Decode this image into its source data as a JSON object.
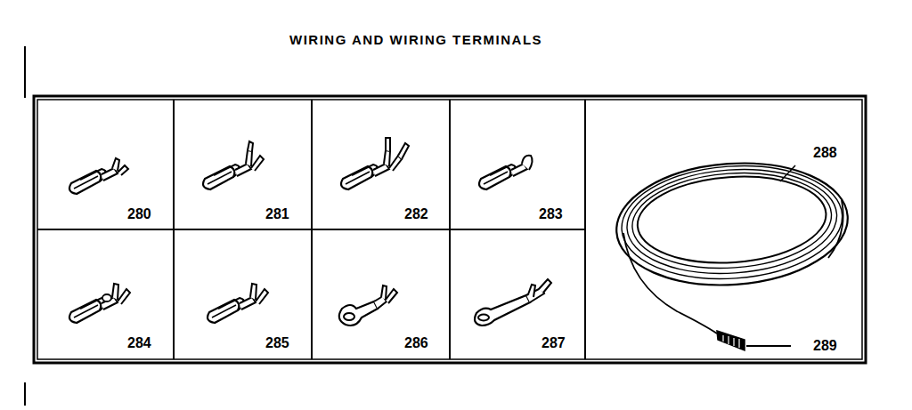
{
  "diagram": {
    "title": "WIRING AND WIRING TERMINALS",
    "labels": [
      "280",
      "281",
      "282",
      "283",
      "284",
      "285",
      "286",
      "287",
      "288",
      "289"
    ]
  }
}
